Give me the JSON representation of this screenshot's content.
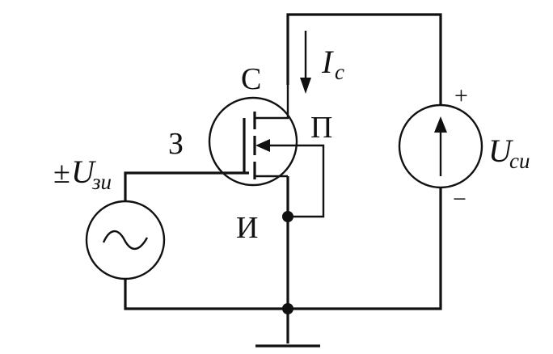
{
  "colors": {
    "ink": "#111111",
    "background": "#ffffff"
  },
  "labels": {
    "drain": "С",
    "gate": "З",
    "substrate": "П",
    "source": "И",
    "current_symbol": "I",
    "current_sub": "с",
    "vsource_plus": "+",
    "vsource_minus": "−",
    "vds_symbol": "U",
    "vds_sub": "си",
    "vgs_pm": "±",
    "vgs_symbol": "U",
    "vgs_sub": "зи"
  },
  "icons": {
    "ac_source": "sine-wave-icon",
    "dc_source": "arrow-up-icon",
    "ground": "ground-icon"
  }
}
